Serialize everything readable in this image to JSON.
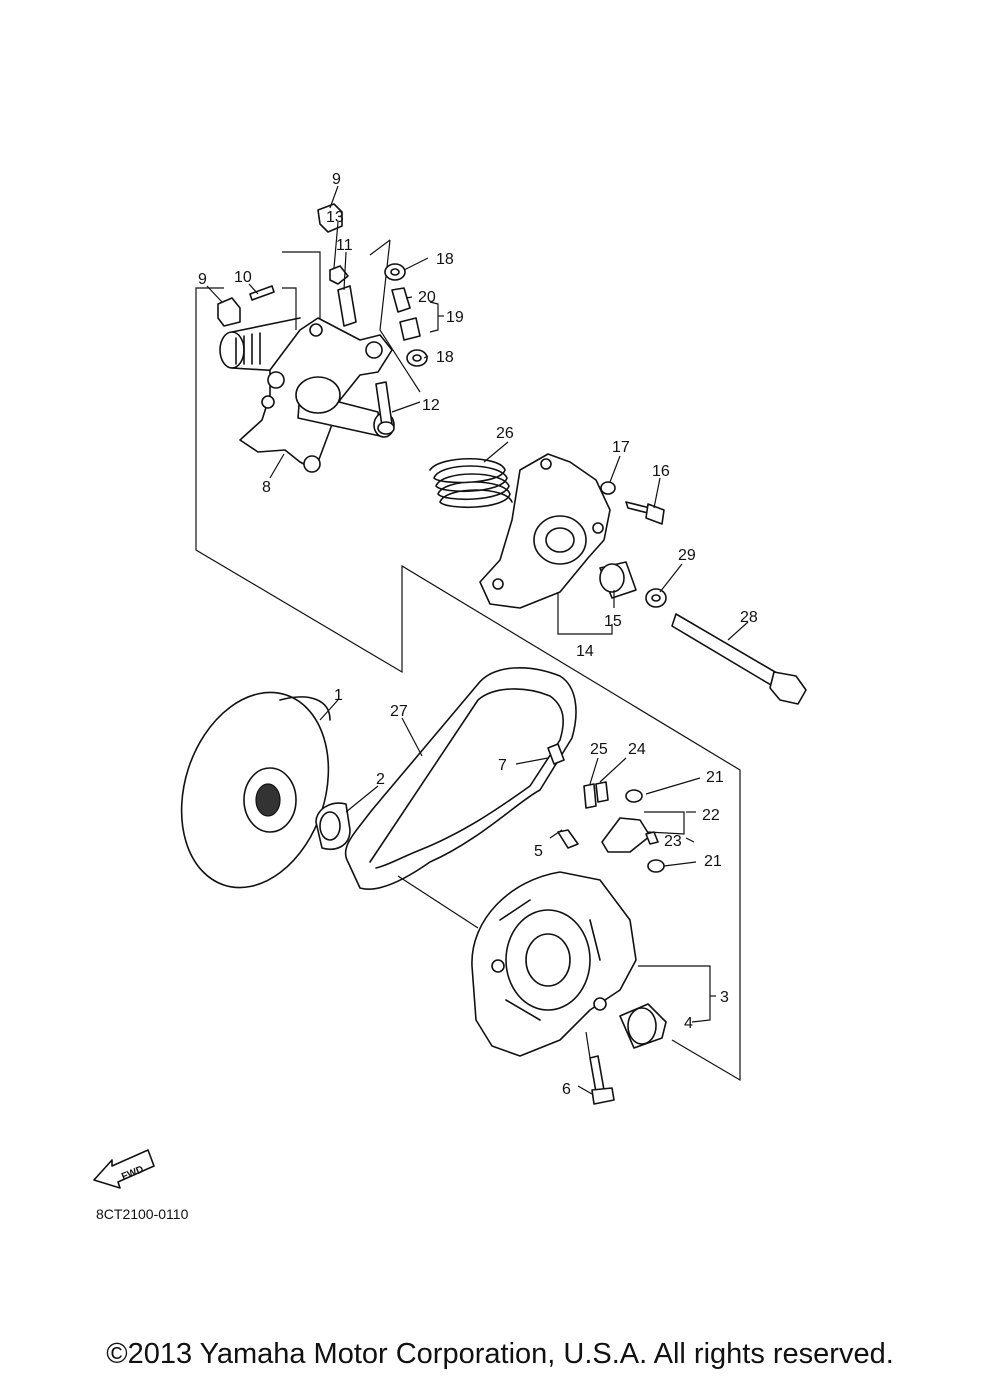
{
  "diagram": {
    "code": "8CT2100-0110",
    "fwd_label": "FWD",
    "copyright": "©2013 Yamaha Motor Corporation, U.S.A. All rights reserved.",
    "part_labels": [
      "1",
      "2",
      "3",
      "4",
      "5",
      "6",
      "7",
      "8",
      "9",
      "9",
      "10",
      "11",
      "12",
      "13",
      "14",
      "15",
      "16",
      "17",
      "18",
      "18",
      "19",
      "20",
      "21",
      "21",
      "22",
      "23",
      "24",
      "25",
      "26",
      "27",
      "28",
      "29"
    ]
  }
}
